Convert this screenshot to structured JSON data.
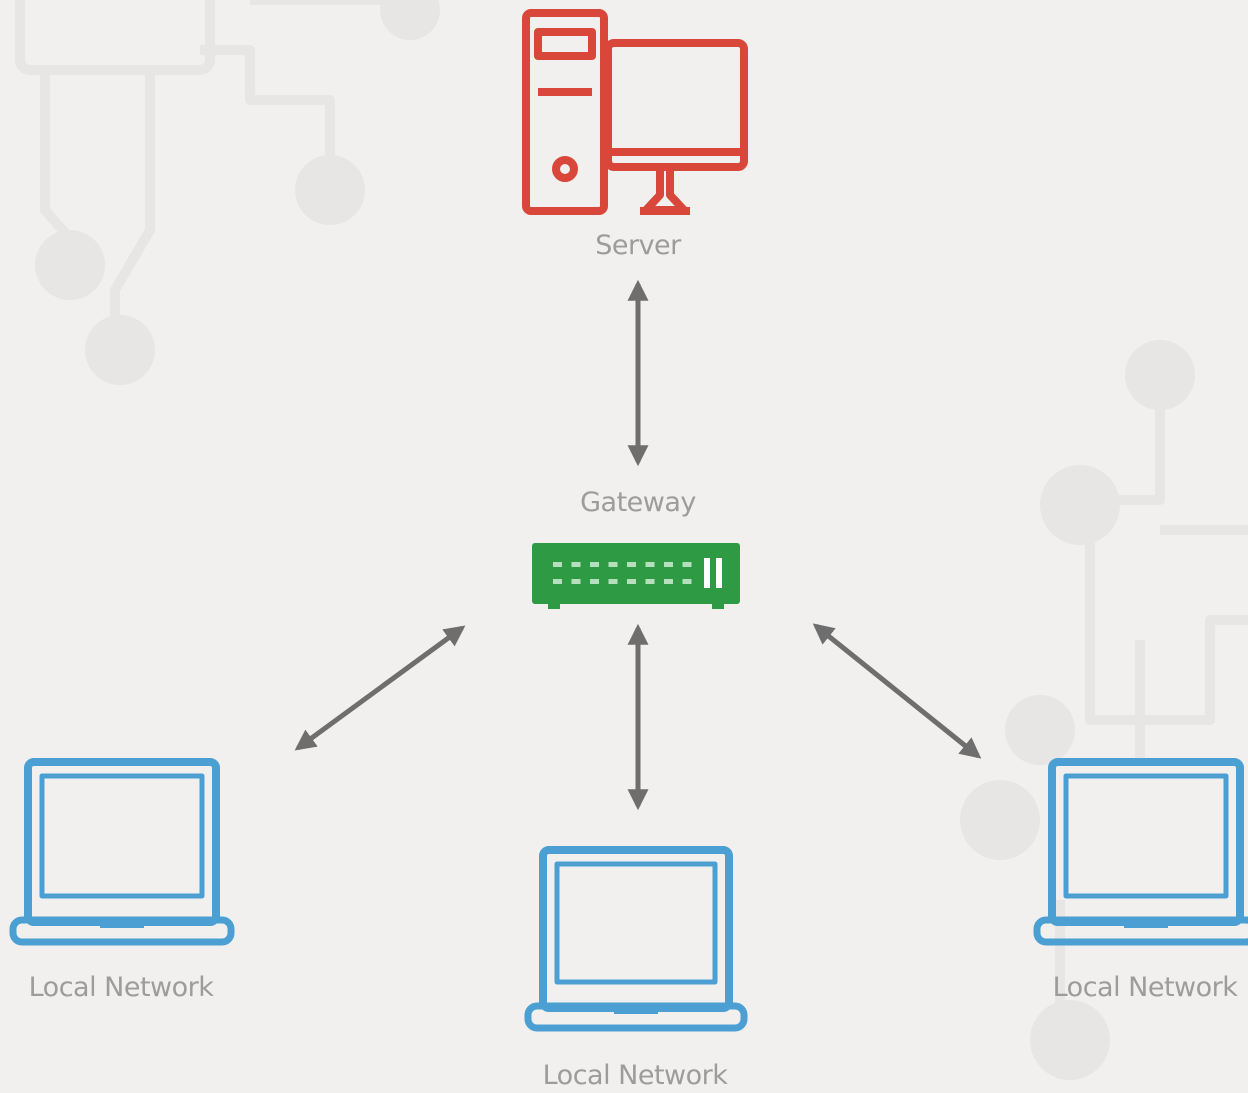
{
  "colors": {
    "background": "#f1f0ee",
    "server": "#d9473b",
    "gateway": "#2f9a44",
    "laptop": "#4b9fd3",
    "arrow": "#6e6e6e",
    "label": "#9c9c9c",
    "decor": "#e7e6e4"
  },
  "nodes": {
    "server": {
      "label": "Server",
      "icon": "desktop-computer-icon"
    },
    "gateway": {
      "label": "Gateway",
      "icon": "network-switch-icon"
    },
    "laptop_left": {
      "label": "Local Network",
      "icon": "laptop-icon"
    },
    "laptop_center": {
      "label": "Local Network",
      "icon": "laptop-icon"
    },
    "laptop_right": {
      "label": "Local Network",
      "icon": "laptop-icon"
    }
  },
  "edges": [
    {
      "from": "server",
      "to": "gateway",
      "direction": "both"
    },
    {
      "from": "gateway",
      "to": "laptop_left",
      "direction": "both"
    },
    {
      "from": "gateway",
      "to": "laptop_center",
      "direction": "both"
    },
    {
      "from": "gateway",
      "to": "laptop_right",
      "direction": "both"
    }
  ]
}
